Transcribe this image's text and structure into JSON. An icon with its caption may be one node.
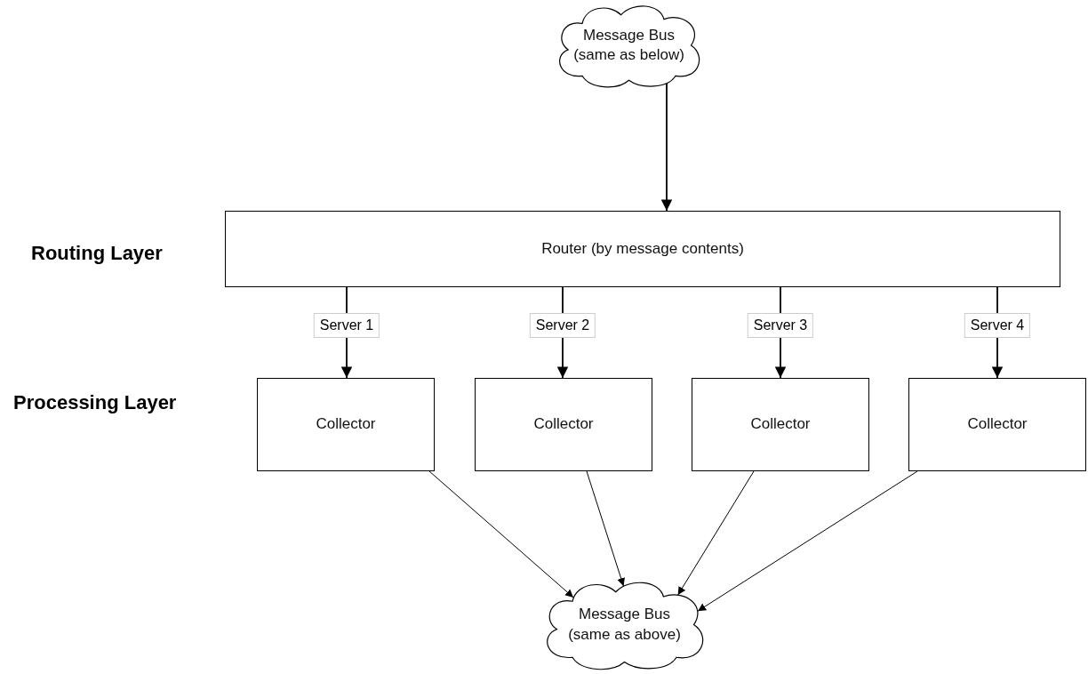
{
  "diagram": {
    "nodes": [
      {
        "text": [
          "Message Bus (same as below)"
        ]
      },
      {
        "text": [
          "Router (by message contents)"
        ]
      },
      {
        "text": [
          "Collector"
        ]
      },
      {
        "text": [
          "Collector"
        ]
      },
      {
        "text": [
          "Collector"
        ]
      },
      {
        "text": [
          "Collector"
        ]
      },
      {
        "text": [
          "Message Bus (same as above)"
        ]
      }
    ],
    "edges": [
      {
        "from": 0,
        "to": 1,
        "arrow": "to"
      },
      {
        "from": 1,
        "to": 2,
        "arrow": "to",
        "label": "Server 1"
      },
      {
        "from": 1,
        "to": 3,
        "arrow": "to",
        "label": "Server 2"
      },
      {
        "from": 1,
        "to": 4,
        "arrow": "to",
        "label": "Server 3"
      },
      {
        "from": 1,
        "to": 5,
        "arrow": "to",
        "label": "Server 4"
      },
      {
        "from": 2,
        "to": 6,
        "arrow": "to"
      },
      {
        "from": 3,
        "to": 6,
        "arrow": "to"
      },
      {
        "from": 4,
        "to": 6,
        "arrow": "to"
      },
      {
        "from": 5,
        "to": 6,
        "arrow": "to"
      }
    ],
    "labels": [
      "Routing Layer",
      "Processing Layer"
    ]
  }
}
